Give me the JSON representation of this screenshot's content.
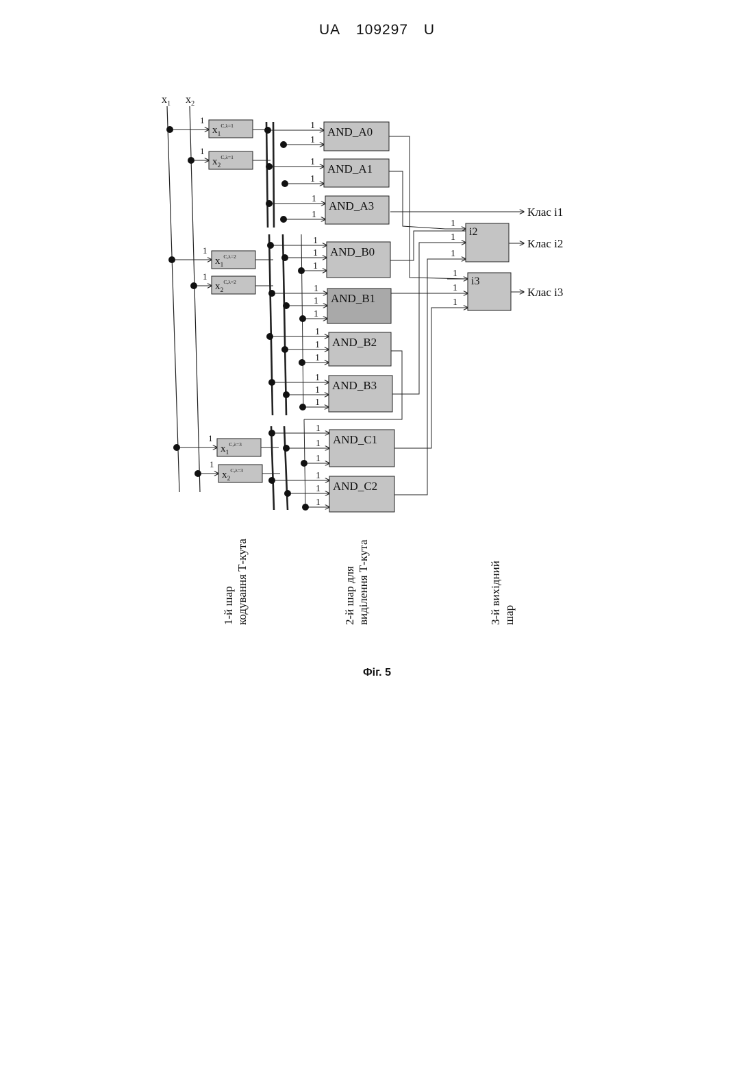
{
  "header": {
    "country": "UA",
    "number": "109297",
    "kind": "U"
  },
  "inputs": [
    {
      "base": "x",
      "sub": "1"
    },
    {
      "base": "x",
      "sub": "2"
    }
  ],
  "encoders": [
    {
      "base": "x",
      "sub": "1",
      "sup": "C,λ=1",
      "weight": "1"
    },
    {
      "base": "x",
      "sub": "2",
      "sup": "C,λ=1",
      "weight": "1"
    },
    {
      "base": "x",
      "sub": "1",
      "sup": "C,λ=2",
      "weight": "1"
    },
    {
      "base": "x",
      "sub": "2",
      "sup": "C,λ=2",
      "weight": "1"
    },
    {
      "base": "x",
      "sub": "1",
      "sup": "C,λ=3",
      "weight": "1"
    },
    {
      "base": "x",
      "sub": "2",
      "sup": "C,λ=3",
      "weight": "1"
    }
  ],
  "and_gates": [
    {
      "label": "AND_A0",
      "inputs": [
        "1",
        "1"
      ]
    },
    {
      "label": "AND_A1",
      "inputs": [
        "1",
        "1"
      ]
    },
    {
      "label": "AND_A3",
      "inputs": [
        "1",
        "1"
      ]
    },
    {
      "label": "AND_B0",
      "inputs": [
        "1",
        "1",
        "1"
      ]
    },
    {
      "label": "AND_B1",
      "inputs": [
        "1",
        "1",
        "1"
      ]
    },
    {
      "label": "AND_B2",
      "inputs": [
        "1",
        "1",
        "1"
      ]
    },
    {
      "label": "AND_B3",
      "inputs": [
        "1",
        "1",
        "1"
      ]
    },
    {
      "label": "AND_C1",
      "inputs": [
        "1",
        "1",
        "1"
      ]
    },
    {
      "label": "AND_C2",
      "inputs": [
        "1",
        "1",
        "1"
      ]
    }
  ],
  "or_nodes": [
    {
      "label": "i2",
      "inputs": [
        "1",
        "1",
        "1"
      ]
    },
    {
      "label": "i3",
      "inputs": [
        "1",
        "1",
        "1"
      ]
    }
  ],
  "outputs": [
    "Клас i1",
    "Клас i2",
    "Клас i3"
  ],
  "layers": [
    {
      "line1": "1-й шар",
      "line2": "кодування Т-кута"
    },
    {
      "line1": "2-й шар для",
      "line2": "виділення Т-кута"
    },
    {
      "line1": "3-й вихідний",
      "line2": "шар"
    }
  ],
  "caption": "Фіг. 5",
  "colors": {
    "gate_fill": "#c4c4c4",
    "gate_dark": "#a9a9a9",
    "line": "#222222"
  }
}
